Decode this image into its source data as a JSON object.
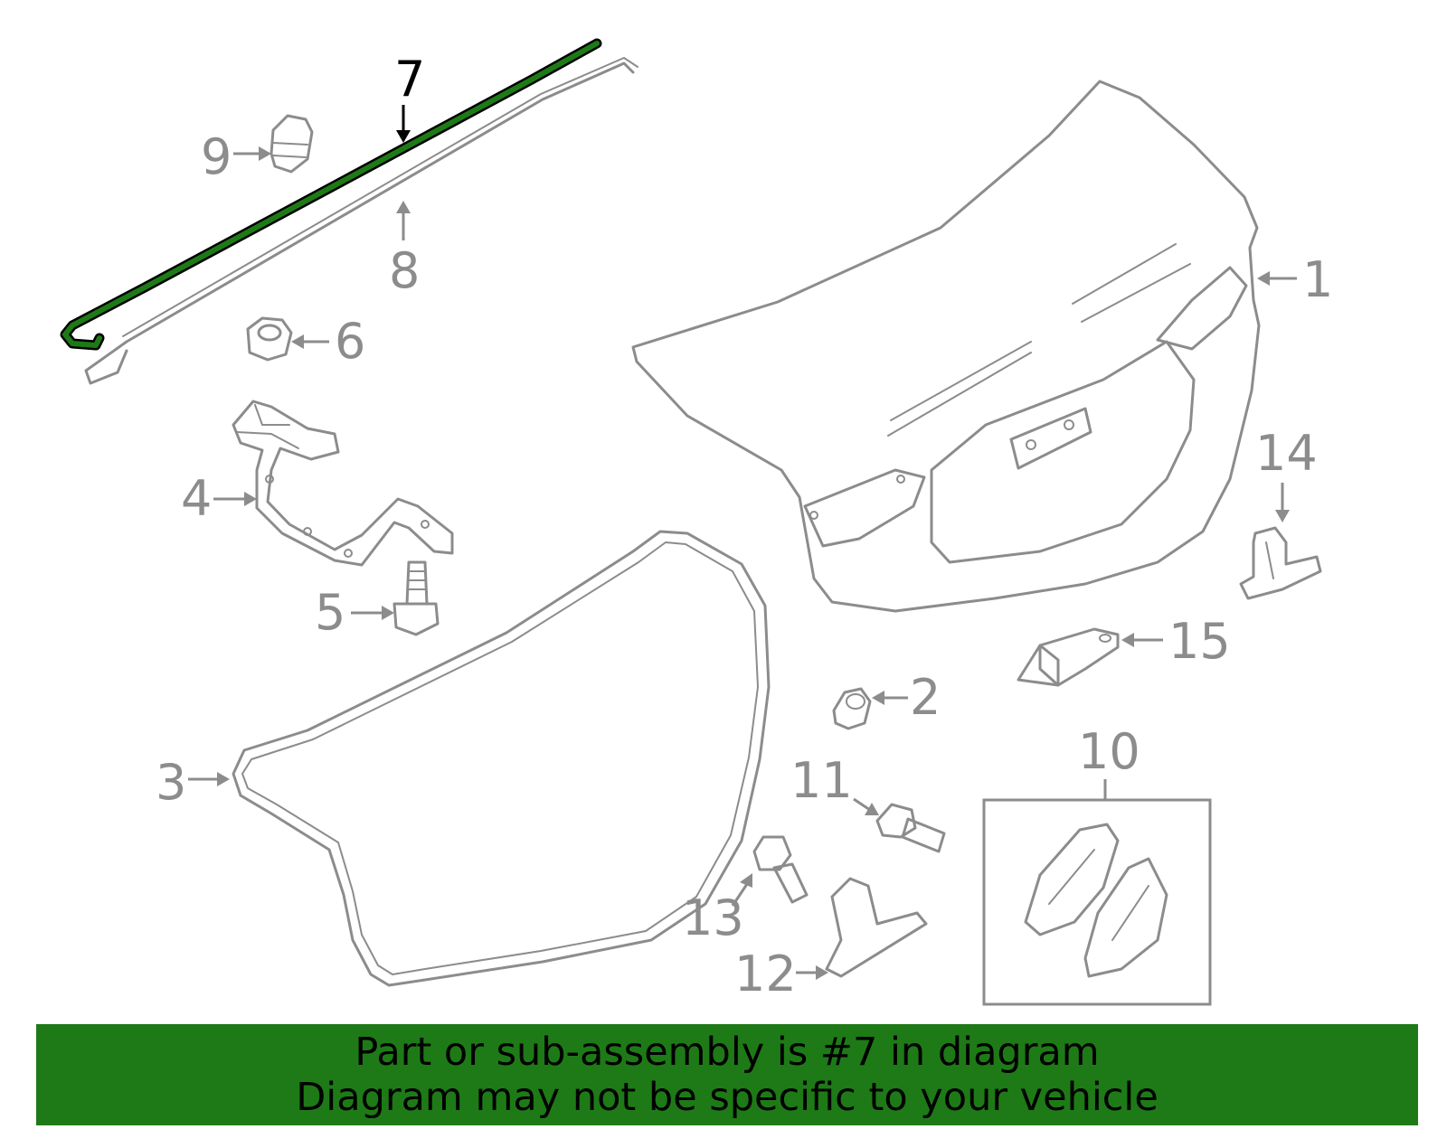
{
  "diagram": {
    "highlighted_part": "7",
    "highlight_color": "#1e7a16",
    "part_color": "#8c8c8c",
    "callouts": [
      "1",
      "2",
      "3",
      "4",
      "5",
      "6",
      "7",
      "8",
      "9",
      "10",
      "11",
      "12",
      "13",
      "14",
      "15"
    ]
  },
  "footer": {
    "background": "#1e7a16",
    "line1": "Part or sub-assembly is #7 in diagram",
    "line2": "Diagram may not be specific to your vehicle"
  }
}
